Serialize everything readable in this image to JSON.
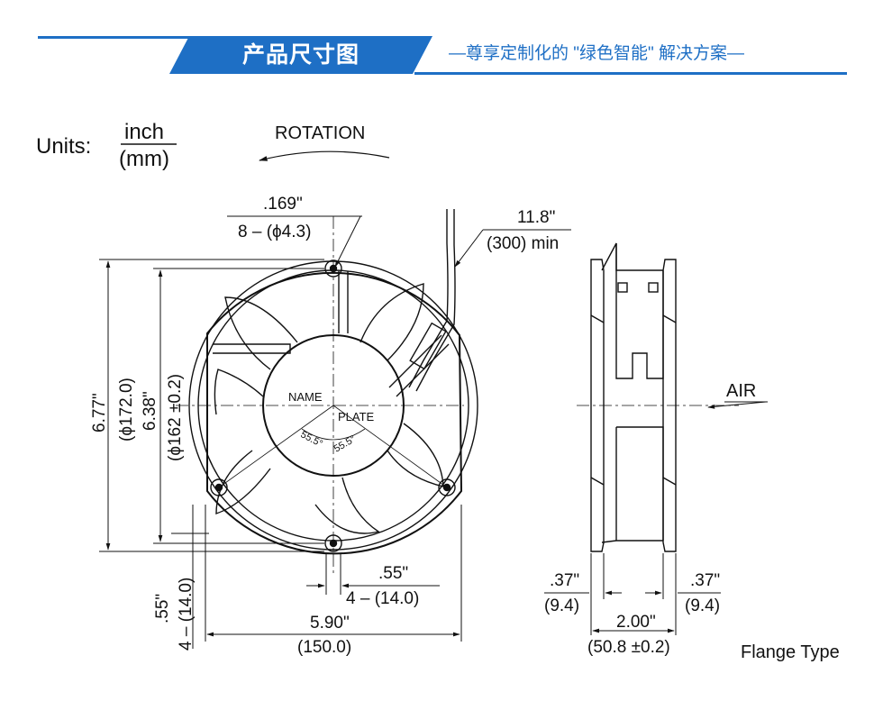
{
  "header": {
    "title": "产品尺寸图",
    "subtitle": "—尊享定制化的 \"绿色智能\" 解决方案—",
    "accent_color": "#1e6fc5"
  },
  "units": {
    "prefix": "Units:",
    "numerator": "inch",
    "denominator": "(mm)"
  },
  "rotation_label": "ROTATION",
  "air_label": "AIR",
  "flange_type": "Flange Type",
  "front_view": {
    "nameplate_line1": "NAME",
    "nameplate_line2": "PLATE",
    "angle_left": "55.5°",
    "angle_right": "55.5°",
    "hole_inch": ".169\"",
    "hole_mm": "8 – (ϕ4.3)",
    "lead_inch": "11.8\"",
    "lead_mm": "(300) min",
    "height_inch": "6.77\"",
    "height_mm": "(ϕ172.0)",
    "bolt_inch": "6.38\"",
    "bolt_mm": "(ϕ162 ±0.2)",
    "tab_inch": ".55\"",
    "tab_mm": "4 – (14.0)",
    "left_tab_inch": ".55\"",
    "left_tab_mm": "4 – (14.0)",
    "width_inch": "5.90\"",
    "width_mm": "(150.0)"
  },
  "side_view": {
    "flange_left_inch": ".37\"",
    "flange_left_mm": "(9.4)",
    "flange_right_inch": ".37\"",
    "flange_right_mm": "(9.4)",
    "depth_inch": "2.00\"",
    "depth_mm": "(50.8 ±0.2)"
  }
}
